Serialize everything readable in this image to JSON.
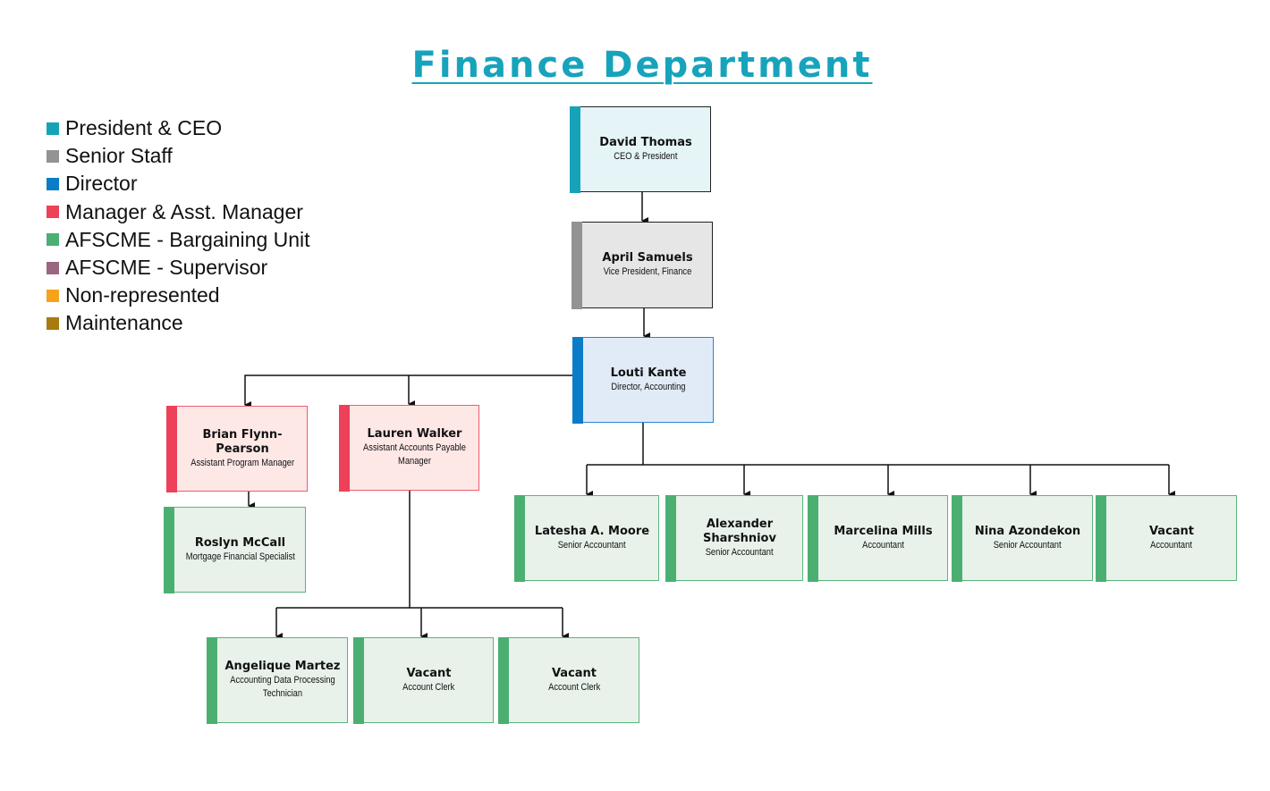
{
  "title": "Finance Department",
  "legend": [
    {
      "label": "President & CEO",
      "color": "#17a3b7"
    },
    {
      "label": "Senior Staff",
      "color": "#939393"
    },
    {
      "label": "Director",
      "color": "#0a7cc8"
    },
    {
      "label": "Manager & Asst. Manager",
      "color": "#ee4058"
    },
    {
      "label": "AFSCME - Bargaining Unit",
      "color": "#4caf72"
    },
    {
      "label": "AFSCME - Supervisor",
      "color": "#9a6680"
    },
    {
      "label": "Non-represented",
      "color": "#f6a21c"
    },
    {
      "label": "Maintenance",
      "color": "#a87a10"
    }
  ],
  "nodes": [
    {
      "id": "david",
      "name": "David Thomas",
      "role": "CEO & President",
      "type": 0
    },
    {
      "id": "april",
      "name": "April Samuels",
      "role": "Vice President, Finance",
      "type": 1
    },
    {
      "id": "louti",
      "name": "Louti Kante",
      "role": "Director, Accounting",
      "type": 2
    },
    {
      "id": "brian",
      "name": "Brian Flynn-Pearson",
      "role": "Assistant Program Manager",
      "type": 3
    },
    {
      "id": "lauren",
      "name": "Lauren Walker",
      "role": "Assistant Accounts Payable Manager",
      "type": 3
    },
    {
      "id": "roslyn",
      "name": "Roslyn McCall",
      "role": "Mortgage Financial Specialist",
      "type": 4
    },
    {
      "id": "latesha",
      "name": "Latesha A. Moore",
      "role": "Senior Accountant",
      "type": 4
    },
    {
      "id": "alexander",
      "name": "Alexander Sharshniov",
      "role": "Senior Accountant",
      "type": 4
    },
    {
      "id": "marcelina",
      "name": "Marcelina Mills",
      "role": "Accountant",
      "type": 4
    },
    {
      "id": "nina",
      "name": "Nina Azondekon",
      "role": "Senior Accountant",
      "type": 4
    },
    {
      "id": "vacant1",
      "name": "Vacant",
      "role": "Accountant",
      "type": 4
    },
    {
      "id": "angelique",
      "name": "Angelique Martez",
      "role": "Accounting Data Processing Technician",
      "type": 4
    },
    {
      "id": "vacant2",
      "name": "Vacant",
      "role": "Account Clerk",
      "type": 4
    },
    {
      "id": "vacant3",
      "name": "Vacant",
      "role": "Account Clerk",
      "type": 4
    }
  ]
}
